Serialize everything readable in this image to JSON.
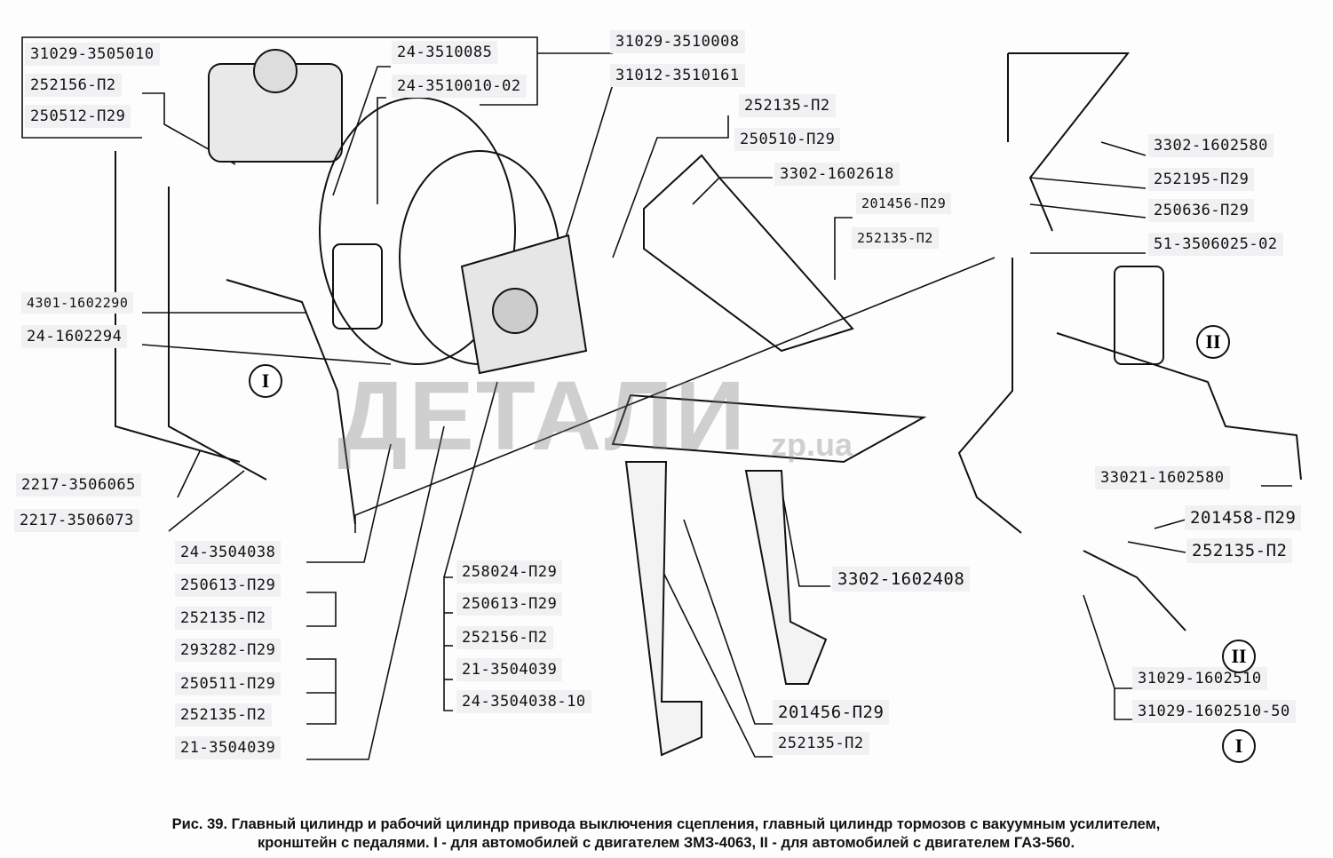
{
  "figure": {
    "watermark_main": "ДЕТАЛИ",
    "watermark_domain": "zp.ua",
    "caption_line1": "Рис. 39. Главный цилиндр и рабочий цилиндр привода выключения сцепления, главный цилиндр тормозов с вакуумным усилителем,",
    "caption_line2": "кронштейн с педалями.  I - для автомобилей с двигателем ЗМЗ-4063, II - для автомобилей с двигателем ГАЗ-560."
  },
  "markers": {
    "one": "I",
    "two": "II"
  },
  "labels": [
    "31029-3505010",
    "252156-П2",
    "250512-П29",
    "24-3510085",
    "24-3510010-02",
    "31029-3510008",
    "31012-3510161",
    "252135-П2",
    "250510-П29",
    "3302-1602618",
    "201456-П29",
    "252135-П2",
    "3302-1602580",
    "252195-П29",
    "250636-П29",
    "51-3506025-02",
    "4301-1602290",
    "24-1602294",
    "2217-3506065",
    "2217-3506073",
    "33021-1602580",
    "201458-П29",
    "252135-П2",
    "3302-1602408",
    "24-3504038",
    "250613-П29",
    "252135-П2",
    "293282-П29",
    "250511-П29",
    "252135-П2",
    "21-3504039",
    "258024-П29",
    "250613-П29",
    "252156-П2",
    "21-3504039",
    "24-3504038-10",
    "201456-П29",
    "252135-П2",
    "31029-1602510",
    "31029-1602510-50"
  ]
}
